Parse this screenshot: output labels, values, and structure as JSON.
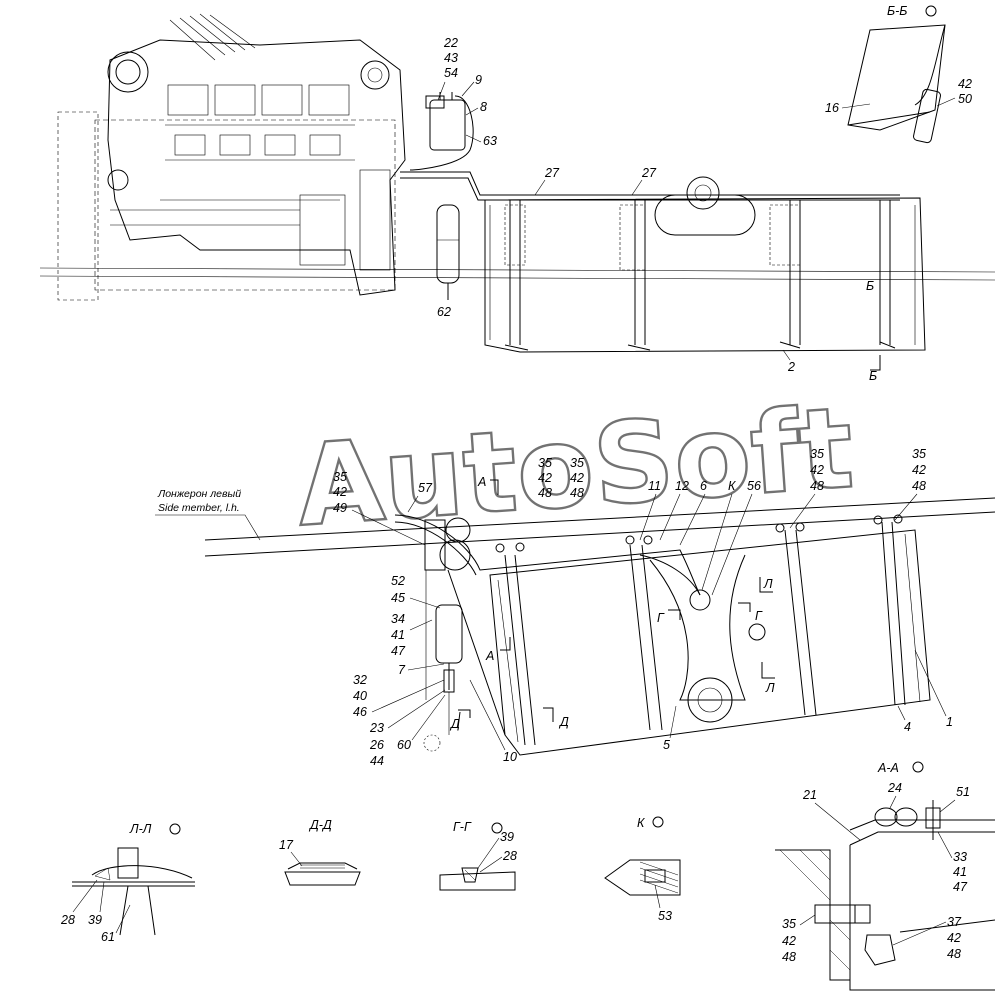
{
  "watermark": "AutoSoft",
  "side_member": {
    "ru": "Лонжерон левый",
    "en": "Side member, l.h."
  },
  "section_titles": {
    "bb": "Б-Б",
    "aa": "А-А",
    "ll": "Л-Л",
    "dd": "Д-Д",
    "gg": "Г-Г",
    "k": "К"
  },
  "section_marks": {
    "b_top": "Б",
    "b_bottom": "Б",
    "a": "А",
    "a2": "А",
    "g": "Г",
    "g2": "Г",
    "d": "Д",
    "d2": "Д",
    "l": "Л",
    "l2": "Л",
    "k": "К"
  },
  "top_view": {
    "callouts": {
      "c22": "22",
      "c43": "43",
      "c54": "54",
      "c9": "9",
      "c8": "8",
      "c63": "63",
      "c27a": "27",
      "c27b": "27",
      "c62": "62",
      "c2": "2"
    }
  },
  "bb_view": {
    "c16": "16",
    "c42": "42",
    "c50": "50"
  },
  "main_view": {
    "callouts": {
      "c35a": "35",
      "c42a": "42",
      "c57": "57",
      "c49": "49",
      "c35b": "35",
      "c42b": "42",
      "c48b": "48",
      "c35c": "35",
      "c42c": "42",
      "c48c": "48",
      "c11": "11",
      "c12": "12",
      "c6": "6",
      "c56": "56",
      "c35d": "35",
      "c42d": "42",
      "c48d": "48",
      "c35e": "35",
      "c42e": "42",
      "c48e": "48",
      "c52": "52",
      "c45": "45",
      "c34": "34",
      "c41": "41",
      "c47": "47",
      "c7": "7",
      "c32": "32",
      "c40": "40",
      "c46": "46",
      "c23": "23",
      "c26": "26",
      "c44": "44",
      "c60": "60",
      "c10": "10",
      "c5": "5",
      "c4": "4",
      "c1": "1"
    }
  },
  "ll_view": {
    "c28": "28",
    "c39": "39",
    "c61": "61"
  },
  "dd_view": {
    "c17": "17"
  },
  "gg_view": {
    "c39": "39",
    "c28": "28"
  },
  "k_view": {
    "c53": "53"
  },
  "aa_view": {
    "c21": "21",
    "c24": "24",
    "c51": "51",
    "c33": "33",
    "c41": "41",
    "c47": "47",
    "c35": "35",
    "c42": "42",
    "c48": "48",
    "c37": "37",
    "c42b": "42",
    "c48b": "48"
  }
}
